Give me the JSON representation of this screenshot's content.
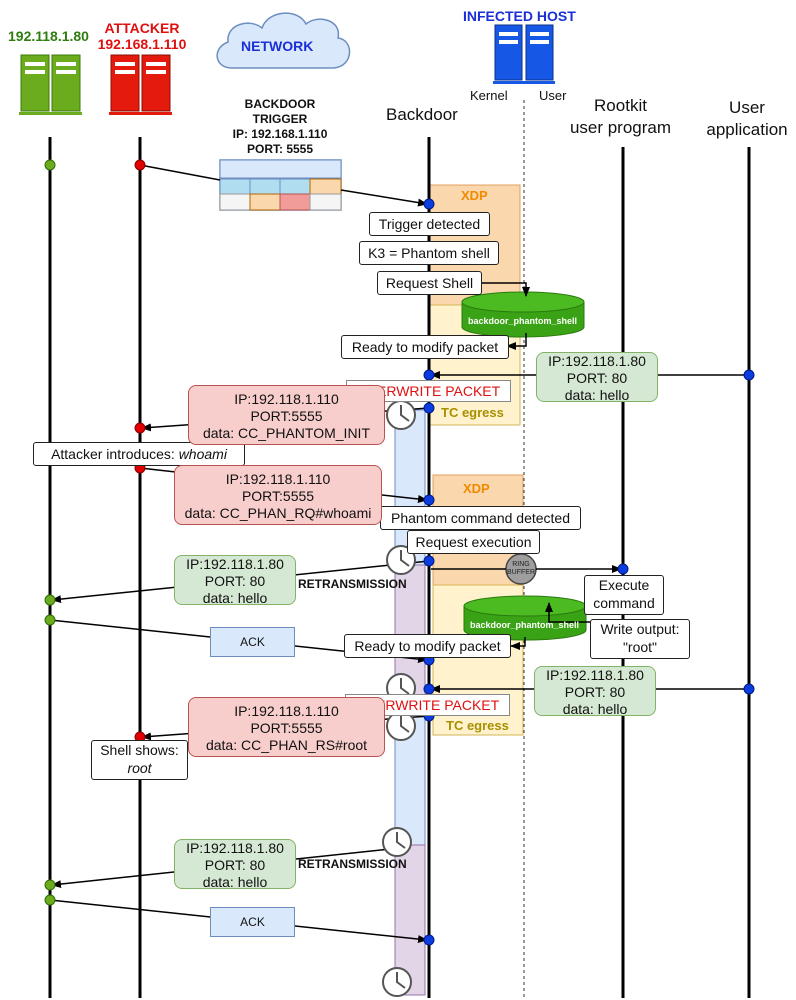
{
  "hosts": {
    "legit_ip": "192.118.1.80",
    "attacker_title": "ATTACKER",
    "attacker_ip": "192.168.1.110",
    "network_label": "NETWORK",
    "infected_title": "INFECTED HOST",
    "kernel_label": "Kernel",
    "user_label": "User"
  },
  "columns": {
    "backdoor": "Backdoor",
    "rootkit_line1": "Rootkit",
    "rootkit_line2": "user program",
    "userapp_line1": "User",
    "userapp_line2": "application"
  },
  "trigger": {
    "line1": "BACKDOOR",
    "line2": "TRIGGER",
    "line3": "IP: 192.168.1.110",
    "line4": "PORT: 5555"
  },
  "zones": {
    "xdp": "XDP",
    "tc_egress": "TC egress",
    "map_name": "backdoor_phantom_shell",
    "ring_line1": "RING",
    "ring_line2": "BUFFER"
  },
  "steps": {
    "trigger_detected": "Trigger detected",
    "k3": "K3 = Phantom shell",
    "request_shell": "Request Shell",
    "ready_modify": "Ready to modify packet",
    "overwrite": "OVERWRITE PACKET",
    "attacker_intro_prefix": "Attacker introduces: ",
    "attacker_intro_cmd": "whoami",
    "phantom_cmd_detected": "Phantom command detected",
    "request_exec": "Request execution",
    "execute_line1": "Execute",
    "execute_line2": "command",
    "write_output_line1": "Write output:",
    "write_output_line2": "\"root\"",
    "shell_shows_line1": "Shell shows:",
    "shell_shows_line2": "root",
    "retransmission": "RETRANSMISSION",
    "ack": "ACK"
  },
  "packets": {
    "hello_1": {
      "ip": "IP:192.118.1.80",
      "port": "PORT: 80",
      "data": "data: hello"
    },
    "init": {
      "ip": "IP:192.118.1.110",
      "port": "PORT:5555",
      "data": "data: CC_PHANTOM_INIT"
    },
    "rq": {
      "ip": "IP:192.118.1.110",
      "port": "PORT:5555",
      "data": "data: CC_PHAN_RQ#whoami"
    },
    "retrans_1": {
      "ip": "IP:192.118.1.80",
      "port": "PORT: 80",
      "data": "data: hello"
    },
    "hello_2": {
      "ip": "IP:192.118.1.80",
      "port": "PORT: 80",
      "data": "data: hello"
    },
    "rs": {
      "ip": "IP:192.118.1.110",
      "port": "PORT:5555",
      "data": "data: CC_PHAN_RS#root"
    },
    "retrans_2": {
      "ip": "IP:192.118.1.80",
      "port": "PORT: 80",
      "data": "data: hello"
    }
  },
  "colors": {
    "green_host": "#6aac1e",
    "red_host": "#e31a0c",
    "blue_host": "#1657e6",
    "xdp_fill": "#fad7ac",
    "tc_fill": "#fff2cc",
    "map_fill": "#3aa315",
    "timeline_blue": "#dae8fc",
    "timeline_purple": "#e1d5e7",
    "dot_blue": "#0a3ce0",
    "dot_red": "#e00000",
    "dot_green": "#6aac1e"
  }
}
